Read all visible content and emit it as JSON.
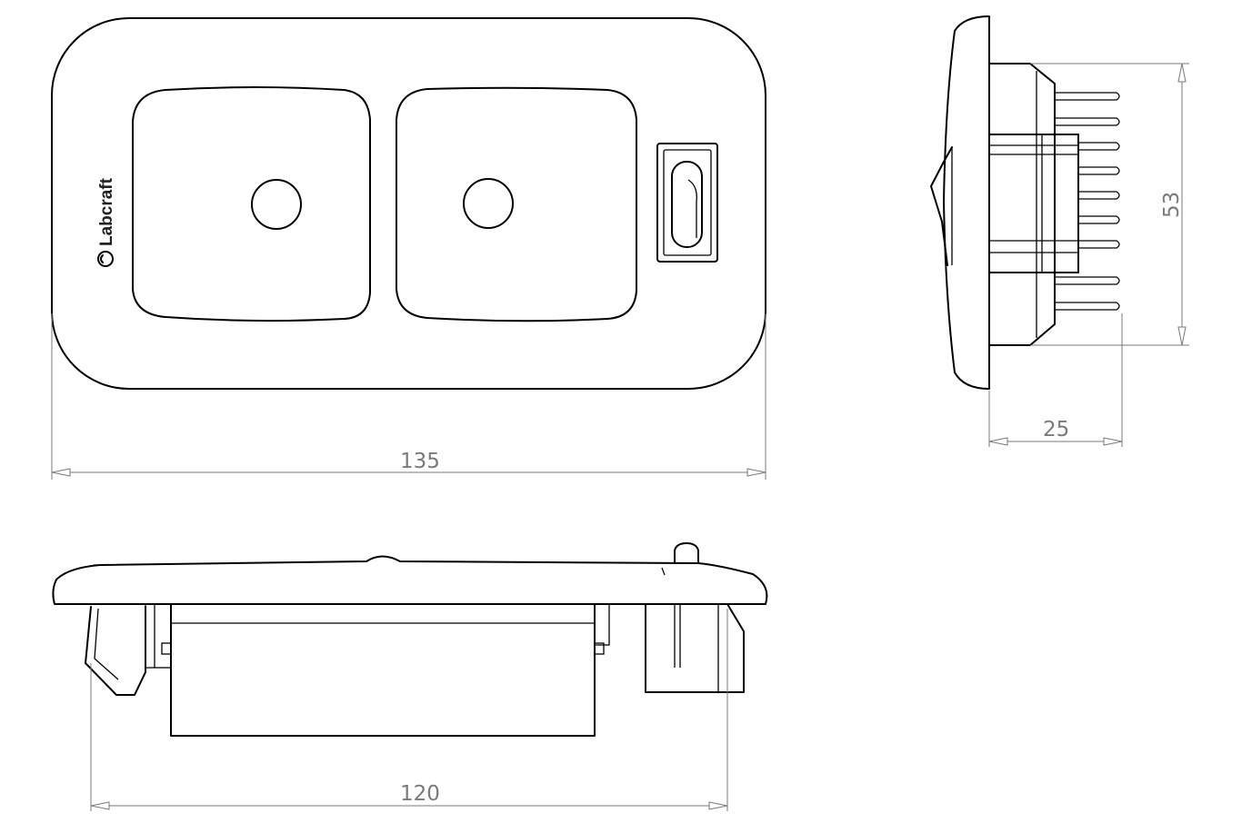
{
  "front_view": {
    "brand_label": "Labcraft",
    "width_dimension": "135"
  },
  "side_view": {
    "height_dimension": "53",
    "depth_dimension": "25"
  },
  "bottom_view": {
    "width_dimension": "120"
  }
}
